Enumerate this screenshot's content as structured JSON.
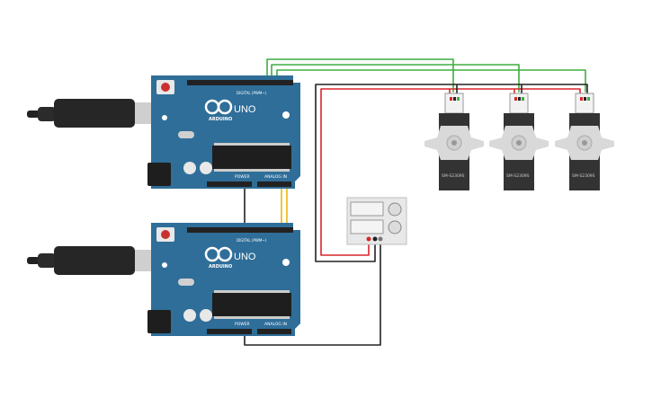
{
  "boards": [
    {
      "logo_text": "ARDUINO",
      "model_label": "UNO",
      "digital_header_label": "DIGITAL (PWM~)",
      "power_label": "POWER",
      "analog_label": "ANALOG IN"
    },
    {
      "logo_text": "ARDUINO",
      "model_label": "UNO",
      "digital_header_label": "DIGITAL (PWM~)",
      "power_label": "POWER",
      "analog_label": "ANALOG IN"
    }
  ],
  "servos": [
    {
      "model": "SM-S2309S"
    },
    {
      "model": "SM-S2309S"
    },
    {
      "model": "SM-S2309S"
    }
  ],
  "colors": {
    "board": "#2f6e99",
    "board_dark": "#25597c",
    "wire_green": "#3fae3f",
    "wire_red": "#d9262b",
    "wire_black": "#222222",
    "wire_yellow": "#e8b80e",
    "servo_body": "#333333",
    "servo_horn": "#d9d9d9",
    "power_supply": "#e8e8e8"
  },
  "icons": {
    "usb_cable": "usb-cable-icon",
    "logo": "arduino-infinity-logo-icon"
  }
}
